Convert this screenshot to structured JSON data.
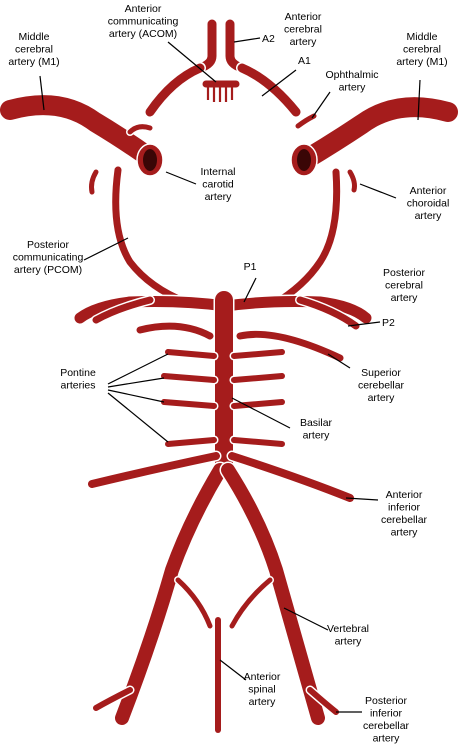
{
  "colors": {
    "vessel": "#a51c1c",
    "vessel_outline": "#ffffff",
    "lumen": "#3a0606",
    "text": "#000000",
    "background": "#ffffff"
  },
  "labels": {
    "acom": [
      "Anterior",
      "communicating",
      "artery (ACOM)"
    ],
    "mca_left": [
      "Middle",
      "cerebral",
      "artery (M1)"
    ],
    "mca_right": [
      "Middle",
      "cerebral",
      "artery (M1)"
    ],
    "aca": [
      "Anterior",
      "cerebral",
      "artery"
    ],
    "a2": [
      "A2"
    ],
    "a1": [
      "A1"
    ],
    "ophthalmic": [
      "Ophthalmic",
      "artery"
    ],
    "ica": [
      "Internal",
      "carotid",
      "artery"
    ],
    "ant_choroidal": [
      "Anterior",
      "choroidal",
      "artery"
    ],
    "pcom": [
      "Posterior",
      "communicating",
      "artery (PCOM)"
    ],
    "p1": [
      "P1"
    ],
    "pca": [
      "Posterior",
      "cerebral",
      "artery"
    ],
    "p2": [
      "P2"
    ],
    "pontine": [
      "Pontine",
      "arteries"
    ],
    "sca": [
      "Superior",
      "cerebellar",
      "artery"
    ],
    "basilar": [
      "Basilar",
      "artery"
    ],
    "aica": [
      "Anterior",
      "inferior",
      "cerebellar",
      "artery"
    ],
    "vertebral": [
      "Vertebral",
      "artery"
    ],
    "ant_spinal": [
      "Anterior",
      "spinal",
      "artery"
    ],
    "pica": [
      "Posterior",
      "inferior",
      "cerebellar",
      "artery"
    ]
  }
}
